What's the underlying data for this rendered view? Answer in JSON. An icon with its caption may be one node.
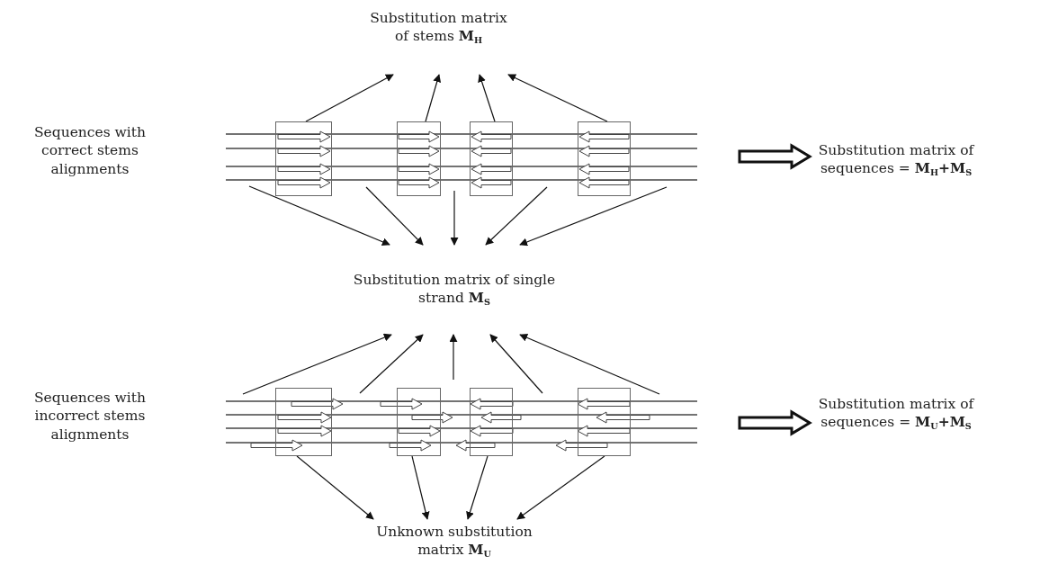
{
  "diagram": {
    "nodes": [
      {
        "text": [
          "Substitution matrix of stems **M**$_{H}$"
        ]
      },
      {
        "text": [
          "Sequences with correct stems alignments"
        ]
      },
      {
        "text": [],
        "shape": "box"
      },
      {
        "text": [],
        "shape": "box"
      },
      {
        "text": [],
        "shape": "box"
      },
      {
        "text": [],
        "shape": "box"
      },
      {
        "text": [
          "Substitution matrix of sequences = **M**$_{H}$**+M**$_{S}$"
        ]
      },
      {
        "text": [
          "Substitution matrix of single strand **M**$_{S}$"
        ]
      },
      {
        "text": [
          "Sequences with incorrect stems alignments"
        ]
      },
      {
        "text": [],
        "shape": "box"
      },
      {
        "text": [],
        "shape": "box"
      },
      {
        "text": [],
        "shape": "box"
      },
      {
        "text": [],
        "shape": "box"
      },
      {
        "text": [
          "Substitution matrix of sequences = **M**$_{U}$**+M**$_{S}$"
        ]
      },
      {
        "text": [
          "Unknown substitution matrix **M**$_{U}$"
        ]
      }
    ],
    "edges": [
      {
        "from": 2,
        "to": 0,
        "arrow": "to"
      },
      {
        "from": 3,
        "to": 0,
        "arrow": "to"
      },
      {
        "from": 4,
        "to": 0,
        "arrow": "to"
      },
      {
        "from": 5,
        "to": 0,
        "arrow": "to"
      },
      {
        "from": null,
        "to": 7,
        "arrow": "to"
      },
      {
        "from": null,
        "to": 7,
        "arrow": "to"
      },
      {
        "from": null,
        "to": 7,
        "arrow": "to"
      },
      {
        "from": null,
        "to": 7,
        "arrow": "to"
      },
      {
        "from": null,
        "to": 7,
        "arrow": "to"
      },
      {
        "from": null,
        "to": 7,
        "arrow": "to"
      },
      {
        "from": null,
        "to": 7,
        "arrow": "to"
      },
      {
        "from": null,
        "to": 7,
        "arrow": "to"
      },
      {
        "from": null,
        "to": 7,
        "arrow": "to"
      },
      {
        "from": null,
        "to": 7,
        "arrow": "to"
      },
      {
        "from": 9,
        "to": 14,
        "arrow": "to"
      },
      {
        "from": 10,
        "to": 14,
        "arrow": "to"
      },
      {
        "from": 11,
        "to": 14,
        "arrow": "to"
      },
      {
        "from": 12,
        "to": 14,
        "arrow": "to"
      },
      {
        "from": null,
        "to": 6,
        "arrow": "to",
        "style": "thick"
      },
      {
        "from": null,
        "to": 13,
        "arrow": "to",
        "style": "thick"
      }
    ]
  }
}
